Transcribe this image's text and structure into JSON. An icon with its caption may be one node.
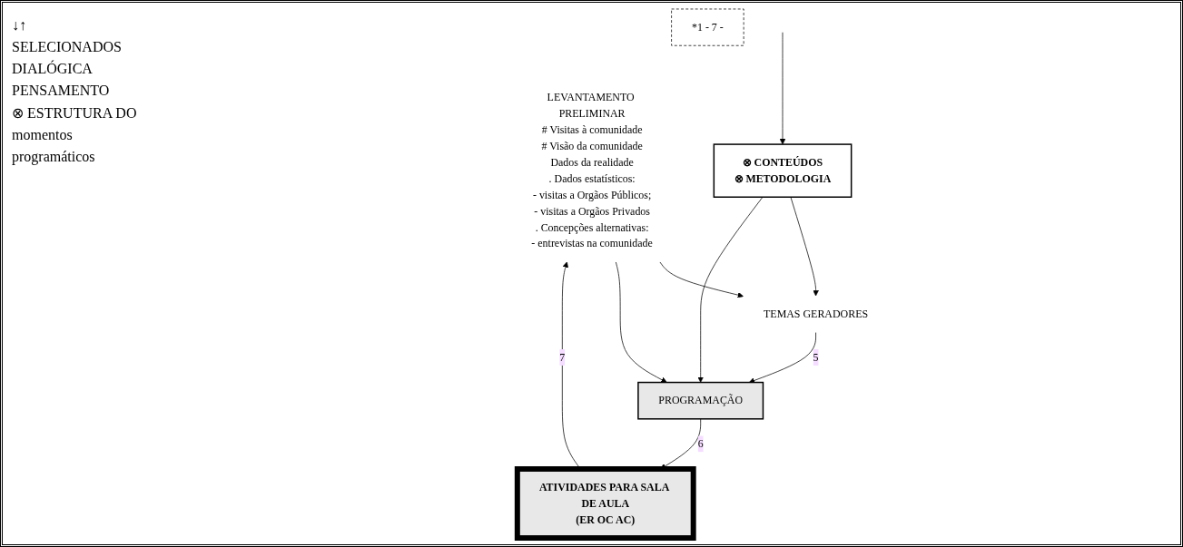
{
  "diagram": {
    "nodes": [
      {
        "text": [
          "LEVANTAMENTO PRELIMINAR",
          "# Visitas à comunidade",
          "# Visão da comunidade",
          "Dados da realidade",
          ". Dados estatísticos:",
          "- visitas a Orgãos Públicos;",
          "- visitas a Orgãos Privados",
          ". Concepções alternativas:",
          "- entrevistas na comunidade"
        ]
      },
      {
        "text": [
          "TEMAS GERADORES"
        ]
      },
      {
        "text": [
          "⊗ CONTEÚDOS",
          "⊗ METODOLOGIA"
        ]
      },
      {
        "text": [
          "PROGRAMAÇÃO"
        ]
      },
      {
        "text": [
          "ATIVIDADES PARA SALA DE AULA",
          "(ER OC AC)"
        ]
      },
      {
        "text": [
          "*1 - 7 -"
        ]
      }
    ],
    "edges": [
      {
        "from": 0,
        "to": 1,
        "arrow": "to"
      },
      {
        "from": 2,
        "to": 1,
        "arrow": "to"
      },
      {
        "from": null,
        "to": 2,
        "arrow": "to"
      },
      {
        "from": 0,
        "to": 3,
        "arrow": "to"
      },
      {
        "from": 1,
        "to": 3,
        "label": "5",
        "arrow": "to"
      },
      {
        "from": 2,
        "to": 3,
        "arrow": "to"
      },
      {
        "from": 3,
        "to": 4,
        "label": "6",
        "arrow": "to"
      },
      {
        "from": 4,
        "to": 0,
        "label": "7",
        "arrow": "to"
      }
    ],
    "labels": [
      "↓↑",
      "SELECIONADOS",
      "DIALÓGICA",
      "PENSAMENTO",
      "⊗ ESTRUTURA DO",
      "momentos",
      "programáticos"
    ]
  }
}
